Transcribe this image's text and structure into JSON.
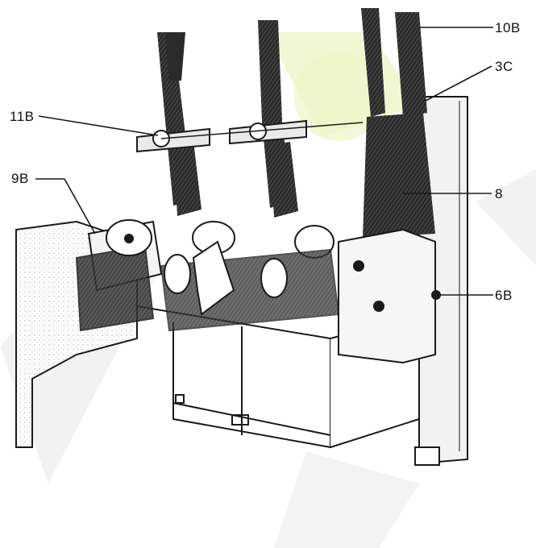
{
  "callouts": [
    {
      "id": "10B",
      "label": "10B"
    },
    {
      "id": "3C",
      "label": "3C"
    },
    {
      "id": "11B",
      "label": "11B"
    },
    {
      "id": "9B",
      "label": "9B"
    },
    {
      "id": "8",
      "label": "8"
    },
    {
      "id": "6B",
      "label": "6B"
    }
  ],
  "colors": {
    "ink": "#1a1a1a",
    "watermark_green": "#eef5c8",
    "watermark_gray": "#e4e4e4"
  }
}
